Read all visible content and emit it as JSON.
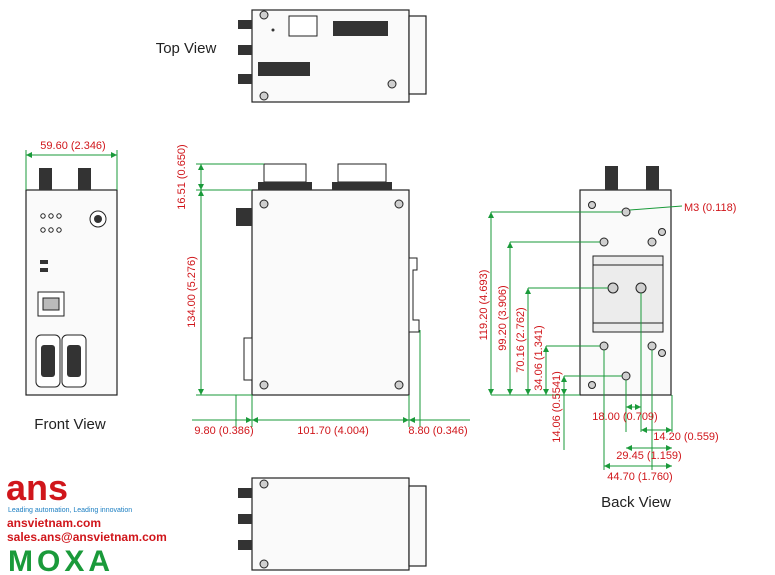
{
  "views": {
    "top": "Top View",
    "front": "Front View",
    "back": "Back View"
  },
  "front_dims": {
    "width": "59.60 (2.346)",
    "height": "134.00 (5.276)",
    "top": "16.51 (0.650)",
    "left": "9.80 (0.386)",
    "depth": "101.70 (4.004)",
    "right": "8.80 (0.346)"
  },
  "back_dims": {
    "screw": "M3 (0.118)",
    "h1": "119.20 (4.693)",
    "h2": "99.20 (3.906)",
    "h3": "70.16 (2.762)",
    "h4": "34.06 (1.341)",
    "h5": "14.06 (0.5541)",
    "w1": "18.00 (0.709)",
    "w2": "14.20 (0.559)",
    "w3": "29.45 (1.159)",
    "w4": "44.70 (1.760)"
  },
  "brand": {
    "logo_text": "ans",
    "tagline": "Leading automation, Leading innovation",
    "site": "ansvietnam.com",
    "email": "sales.ans@ansvietnam.com",
    "moxa": "MOXA",
    "color_red": "#d0161b",
    "color_green": "#1a9a3a",
    "color_blue": "#1b7ec2"
  }
}
